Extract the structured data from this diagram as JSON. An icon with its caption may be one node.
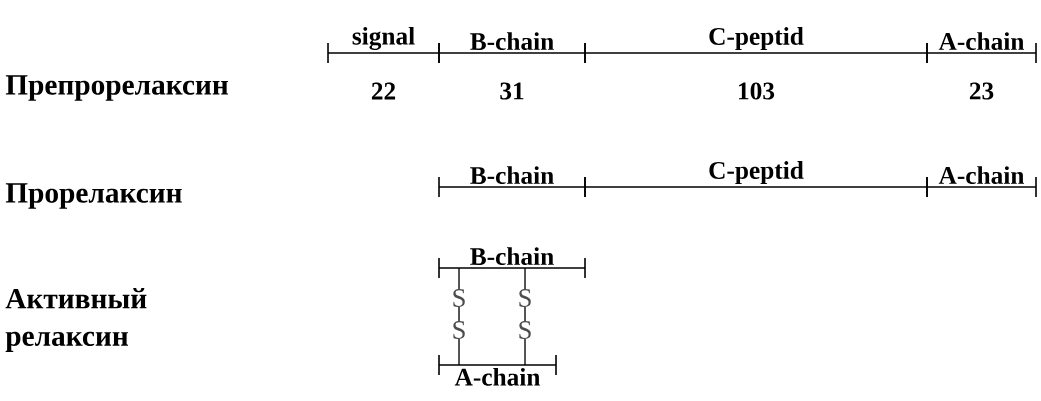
{
  "diagram": {
    "nodes": [
      {
        "text": [
          "Препрорелаксин"
        ]
      },
      {
        "text": [
          "signal"
        ],
        "beside": [
          "22"
        ]
      },
      {
        "text": [
          "B-chain"
        ],
        "beside": [
          "31"
        ]
      },
      {
        "text": [
          "C-peptid"
        ],
        "beside": [
          "103"
        ]
      },
      {
        "text": [
          "A-chain"
        ],
        "beside": [
          "23"
        ]
      },
      {
        "text": [
          "Прорелаксин"
        ]
      },
      {
        "text": [
          "B-chain"
        ]
      },
      {
        "text": [
          "C-peptid"
        ]
      },
      {
        "text": [
          "A-chain"
        ]
      },
      {
        "text": [
          "Активный релаксин"
        ]
      },
      {
        "text": [
          "B-chain"
        ]
      },
      {
        "text": [
          "A-chain"
        ]
      }
    ],
    "edges": [
      {
        "from": 10,
        "to": 11,
        "arrow": "none"
      },
      {
        "from": 10,
        "to": 11,
        "arrow": "none"
      }
    ],
    "labels": [
      "S",
      "S",
      "S",
      "S"
    ]
  }
}
